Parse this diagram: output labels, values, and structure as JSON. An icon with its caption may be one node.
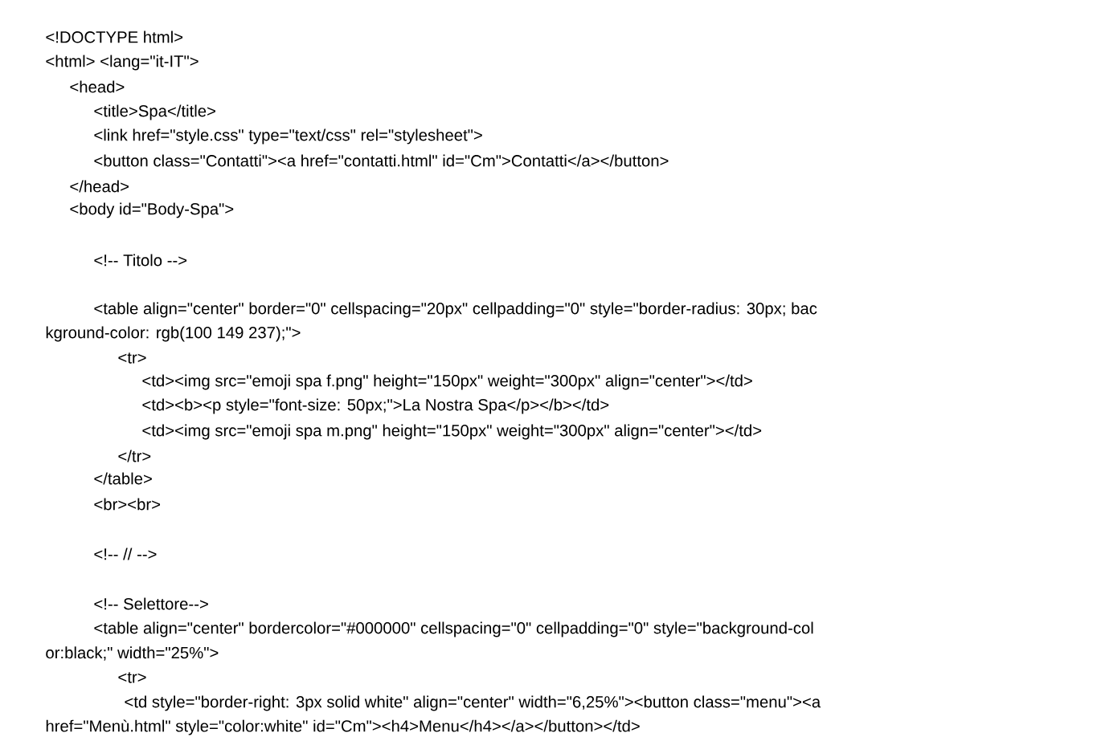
{
  "diagram": {
    "labels": [
      "<!DOCTYPE html>",
      "<html> <lang=\"it-IT\">",
      "<head>",
      "<title>Spa</title>",
      "<link href=\"style.css\" type=\"text/css\" rel=\"stylesheet\">",
      "<button class=\"Contatti\"><a href=\"contatti.html\" id=\"Cm\">Contatti</a></button>",
      "</head>",
      "<body id=\"Body-Spa\">",
      "<!-- Titolo -->",
      "<table align=\"center\" border=\"0\" cellspacing=\"20px\" cellpadding=\"0\" style=\"border-radius: 30px; bac",
      "kground-color: rgb(100 149 237);\">",
      "<tr>",
      "<td><img src=\"emoji spa f.png\" height=\"150px\" weight=\"300px\" align=\"center\"></td>",
      "<td><b><p style=\"font-size: 50px;\">La Nostra Spa</p></b></td>",
      "<td><img src=\"emoji spa m.png\" height=\"150px\" weight=\"300px\" align=\"center\"></td>",
      "</tr>",
      "</table>",
      "<br><br>",
      "<!-- // -->",
      "<!-- Selettore-->",
      "<table align=\"center\" bordercolor=\"#000000\" cellspacing=\"0\" cellpadding=\"0\" style=\"background-col",
      "or:black;\" width=\"25%\">",
      "<tr>",
      "<td style=\"border-right: 3px solid white\" align=\"center\" width=\"6,25%\"><button class=\"menu\"><a",
      "href=\"Menù.html\" style=\"color:white\" id=\"Cm\"><h4>Menu</h4></a></button></td>"
    ]
  }
}
